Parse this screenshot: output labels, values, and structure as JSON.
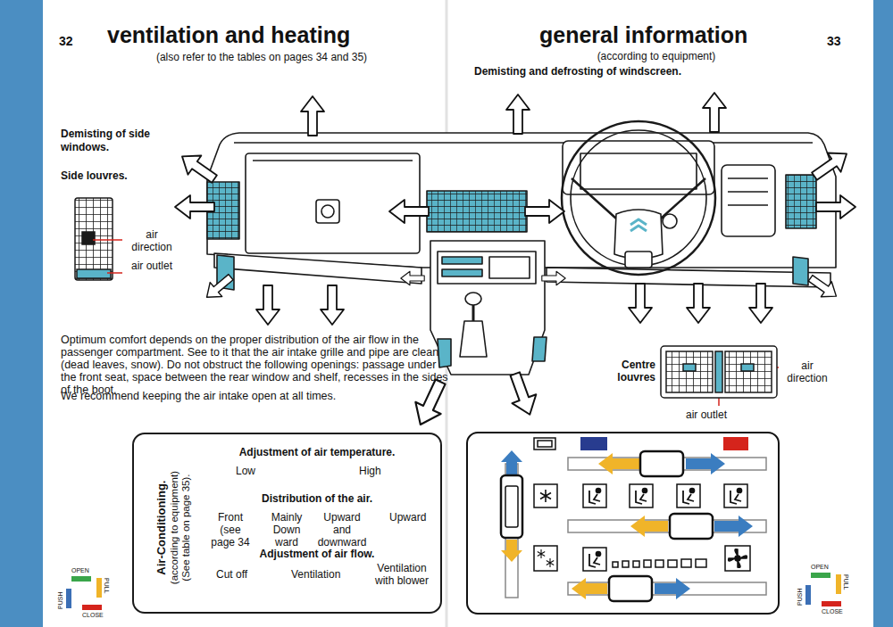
{
  "diagram": {
    "title": "ventilation and heating",
    "nodes": [
      {
        "text": [
          "Air-Conditioning.",
          "(according to equipment)",
          "(See table on page 35).",
          "Adjustment of air temperature.",
          "Low",
          "High",
          "Distribution of the air.",
          "Front (see page 34",
          "Mainly Down ward",
          "Upward and downward",
          "Upward",
          "Adjustment of air flow.",
          "Cut off",
          "Ventilation",
          "Ventilation with blower"
        ]
      }
    ],
    "labels": [
      "32",
      "(also refer to the tables on pages 34 and 35)",
      "general information",
      "33",
      "(according to equipment)",
      "Demisting and defrosting of windscreen.",
      "Demisting of side windows.",
      "Side louvres.",
      "air direction",
      "air outlet",
      "Optimum comfort depends on the proper distribution of the air flow in the passenger compartment. See to it that the air intake grille and pipe are clean (dead leaves, snow). Do not obstruct the following openings: passage under the front seat, space between the rear window and shelf, recesses in the sides of the boot.",
      "We recommend keeping the air intake open at all times.",
      "Centre louvres",
      "air direction",
      "air outlet"
    ],
    "legend": [
      {
        "text": "OPEN",
        "color": "#3aa54a"
      },
      {
        "text": "PULL",
        "color": "#f0b429"
      },
      {
        "text": "PUSH",
        "color": "#3b6fb6"
      },
      {
        "text": "CLOSE",
        "color": "#d5241c"
      },
      {
        "text": "OPEN",
        "color": "#3aa54a"
      },
      {
        "text": "PULL",
        "color": "#f0b429"
      },
      {
        "text": "PUSH",
        "color": "#3b6fb6"
      },
      {
        "text": "CLOSE",
        "color": "#d5241c"
      }
    ]
  }
}
